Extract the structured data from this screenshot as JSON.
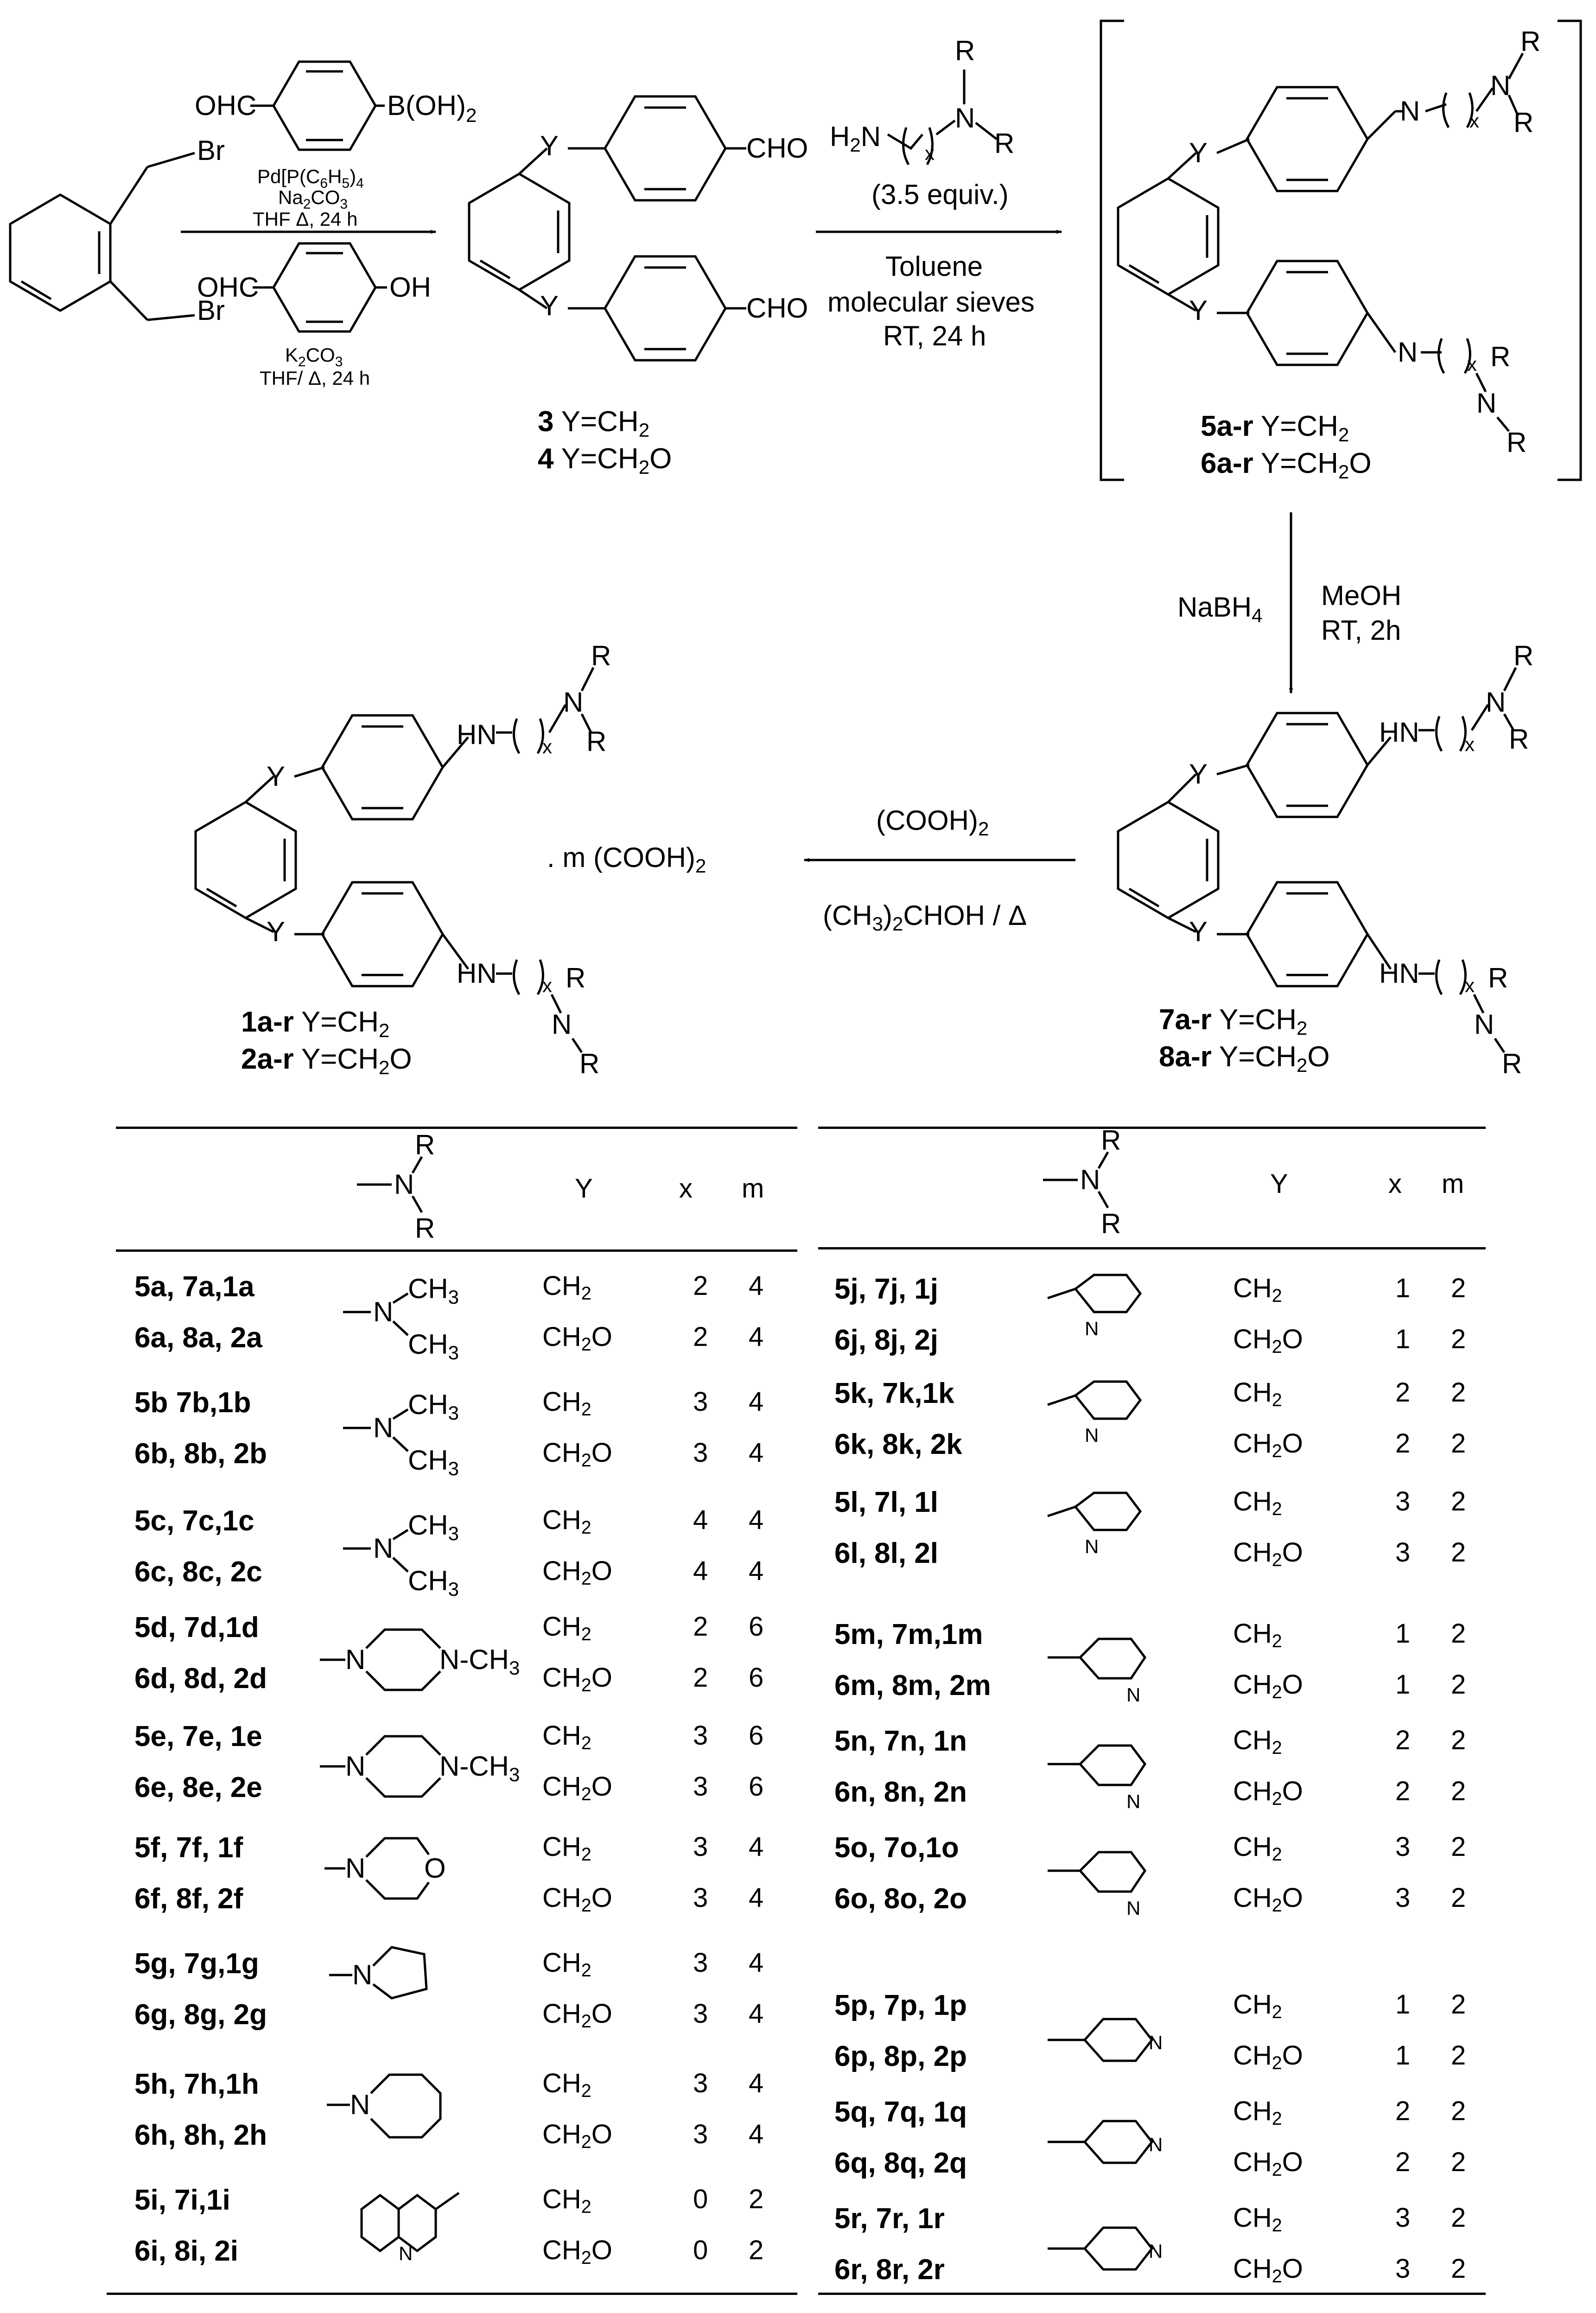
{
  "reaction": {
    "reagent1": "OHC",
    "reagent1_group": "B(OH)",
    "reagent1_sub": "2",
    "catalyst": "Pd[P(C",
    "catalyst_tail": "H",
    "base1": "Na",
    "base1_tail": "CO",
    "cond1": "THF Δ, 24 h",
    "reagent2": "OHC",
    "reagent2_group": "OH",
    "base2": "K",
    "base2_tail": "CO",
    "cond2": "THF/ Δ, 24 h",
    "amine_equiv": "(3.5 equiv.)",
    "solvent": "Toluene",
    "sieves": "molecular sieves",
    "cond3": "RT, 24 h",
    "reducer": "NaBH",
    "solvent2": "MeOH",
    "cond4": "RT, 2h",
    "acid": "(COOH)",
    "acid_cond": "(CH",
    "acid_cond_tail": "CHOH / Δ",
    "salt": ". m (COOH)",
    "dialdehyde_3": "3",
    "dialdehyde_4": "4",
    "y_ch2": " Y=CH",
    "y_ch2o": " Y=CH",
    "imine_5": "5a-r",
    "imine_6": "6a-r",
    "amine_7": "7a-r",
    "amine_8": "8a-r",
    "salt_1": "1a-r",
    "salt_2": "2a-r",
    "atom_br": "Br",
    "atom_y": "Y",
    "atom_n": "N",
    "atom_r": "R",
    "atom_x": "x",
    "atom_hn": "HN",
    "atom_cho": "CHO",
    "atom_h2n": "H",
    "atom_h2n_tail": "N",
    "atom_ch3": "CH",
    "atom_ch3_sub": "3",
    "atom_nch3": "N-CH",
    "atom_o": "O"
  },
  "table_headers": {
    "col_y": "Y",
    "col_x": "x",
    "col_m": "m"
  },
  "table_left": [
    {
      "c": "5a, 7a,1a",
      "y": "CH2",
      "x": "2",
      "m": "4"
    },
    {
      "c": "6a, 8a, 2a",
      "y": "CH2O",
      "x": "2",
      "m": "4"
    },
    {
      "c": "5b 7b,1b",
      "y": "CH2",
      "x": "3",
      "m": "4"
    },
    {
      "c": "6b, 8b, 2b",
      "y": "CH2O",
      "x": "3",
      "m": "4"
    },
    {
      "c": "5c, 7c,1c",
      "y": "CH2",
      "x": "4",
      "m": "4"
    },
    {
      "c": "6c, 8c, 2c",
      "y": "CH2O",
      "x": "4",
      "m": "4"
    },
    {
      "c": "5d, 7d,1d",
      "y": "CH2",
      "x": "2",
      "m": "6"
    },
    {
      "c": "6d, 8d, 2d",
      "y": "CH2O",
      "x": "2",
      "m": "6"
    },
    {
      "c": "5e, 7e, 1e",
      "y": "CH2",
      "x": "3",
      "m": "6"
    },
    {
      "c": "6e, 8e, 2e",
      "y": "CH2O",
      "x": "3",
      "m": "6"
    },
    {
      "c": "5f, 7f, 1f",
      "y": "CH2",
      "x": "3",
      "m": "4"
    },
    {
      "c": "6f, 8f, 2f",
      "y": "CH2O",
      "x": "3",
      "m": "4"
    },
    {
      "c": "5g, 7g,1g",
      "y": "CH2",
      "x": "3",
      "m": "4"
    },
    {
      "c": "6g, 8g, 2g",
      "y": "CH2O",
      "x": "3",
      "m": "4"
    },
    {
      "c": "5h, 7h,1h",
      "y": "CH2",
      "x": "3",
      "m": "4"
    },
    {
      "c": "6h, 8h, 2h",
      "y": "CH2O",
      "x": "3",
      "m": "4"
    },
    {
      "c": "5i, 7i,1i",
      "y": "CH2",
      "x": "0",
      "m": "2"
    },
    {
      "c": "6i, 8i, 2i",
      "y": "CH2O",
      "x": "0",
      "m": "2"
    }
  ],
  "table_right": [
    {
      "c": "5j, 7j, 1j",
      "y": "CH2",
      "x": "1",
      "m": "2"
    },
    {
      "c": "6j, 8j, 2j",
      "y": "CH2O",
      "x": "1",
      "m": "2"
    },
    {
      "c": "5k, 7k,1k",
      "y": "CH2",
      "x": "2",
      "m": "2"
    },
    {
      "c": "6k, 8k, 2k",
      "y": "CH2O",
      "x": "2",
      "m": "2"
    },
    {
      "c": "5l, 7l, 1l",
      "y": "CH2",
      "x": "3",
      "m": "2"
    },
    {
      "c": "6l, 8l, 2l",
      "y": "CH2O",
      "x": "3",
      "m": "2"
    },
    {
      "c": "5m, 7m,1m",
      "y": "CH2",
      "x": "1",
      "m": "2"
    },
    {
      "c": "6m, 8m, 2m",
      "y": "CH2O",
      "x": "1",
      "m": "2"
    },
    {
      "c": "5n, 7n, 1n",
      "y": "CH2",
      "x": "2",
      "m": "2"
    },
    {
      "c": "6n, 8n, 2n",
      "y": "CH2O",
      "x": "2",
      "m": "2"
    },
    {
      "c": "5o, 7o,1o",
      "y": "CH2",
      "x": "3",
      "m": "2"
    },
    {
      "c": "6o, 8o, 2o",
      "y": "CH2O",
      "x": "3",
      "m": "2"
    },
    {
      "c": "5p, 7p, 1p",
      "y": "CH2",
      "x": "1",
      "m": "2"
    },
    {
      "c": "6p, 8p, 2p",
      "y": "CH2O",
      "x": "1",
      "m": "2"
    },
    {
      "c": "5q, 7q, 1q",
      "y": "CH2",
      "x": "2",
      "m": "2"
    },
    {
      "c": "6q, 8q, 2q",
      "y": "CH2O",
      "x": "2",
      "m": "2"
    },
    {
      "c": "5r, 7r, 1r",
      "y": "CH2",
      "x": "3",
      "m": "2"
    },
    {
      "c": "6r, 8r, 2r",
      "y": "CH2O",
      "x": "3",
      "m": "2"
    }
  ]
}
